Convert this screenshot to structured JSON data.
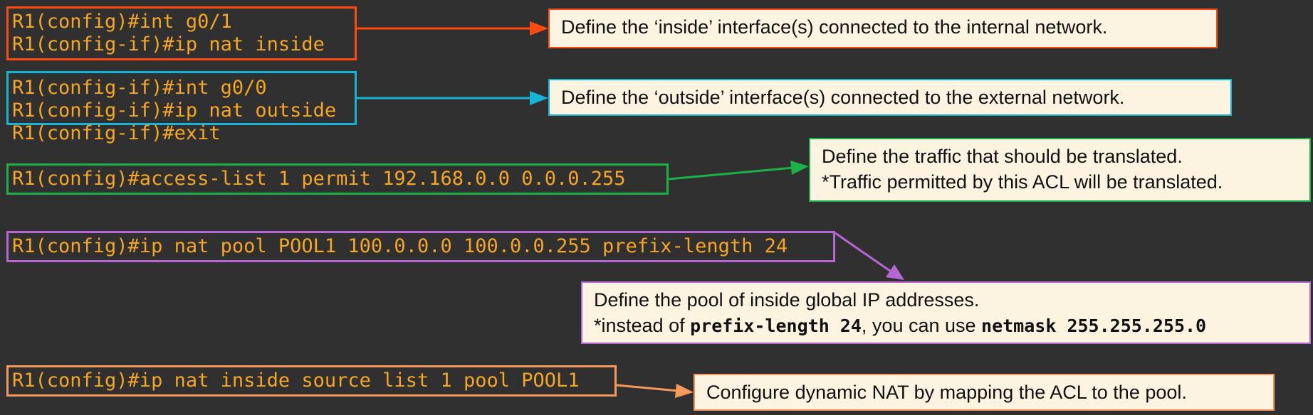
{
  "colors": {
    "background": "#303030",
    "cli_text": "#f6a623",
    "inside_box": "#ff4a12",
    "outside_box": "#16b4d6",
    "acl_box": "#19b34a",
    "pool_box": "#b766d6",
    "nat_box": "#f59a5a",
    "note_bg": "#fdf3e1"
  },
  "cli": {
    "int_inside": "R1(config)#int g0/1",
    "nat_inside": "R1(config-if)#ip nat inside",
    "int_outside": "R1(config-if)#int g0/0",
    "nat_outside": "R1(config-if)#ip nat outside",
    "exit": "R1(config-if)#exit",
    "acl": "R1(config)#access-list 1 permit 192.168.0.0 0.0.0.255",
    "pool": "R1(config)#ip nat pool POOL1 100.0.0.0 100.0.0.255 prefix-length 24",
    "nat_source": "R1(config)#ip nat inside source list 1 pool POOL1"
  },
  "notes": {
    "inside": "Define the ‘inside’ interface(s) connected to the internal network.",
    "outside": "Define the ‘outside’ interface(s) connected to the external network.",
    "acl_line1": "Define the traffic that should be translated.",
    "acl_line2": "*Traffic permitted by this ACL will be translated.",
    "pool_line1": "Define the pool of inside global IP addresses.",
    "pool_line2_prefix": "*instead of ",
    "pool_line2_code1": "prefix-length 24",
    "pool_line2_mid": ", you can use ",
    "pool_line2_code2": "netmask 255.255.255.0",
    "nat": "Configure dynamic NAT by mapping the ACL to the pool."
  }
}
